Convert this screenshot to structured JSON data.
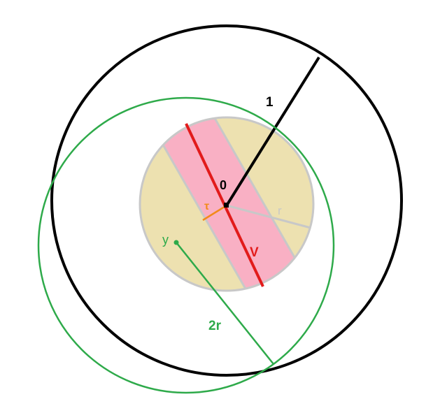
{
  "labels": {
    "unit_radius": "1",
    "origin": "0",
    "tau": "τ",
    "r": "r",
    "y": "y",
    "V": "V",
    "two_r": "2r"
  },
  "colors": {
    "outer_circle": "#000000",
    "green_circle": "#2eaa4a",
    "disk_fill": "#ede1b0",
    "disk_stroke": "#c8c8c8",
    "strip_fill": "#f9b0c4",
    "line_V": "#e21b1b",
    "tau": "#f28a1a",
    "r": "#c8c8c8"
  }
}
